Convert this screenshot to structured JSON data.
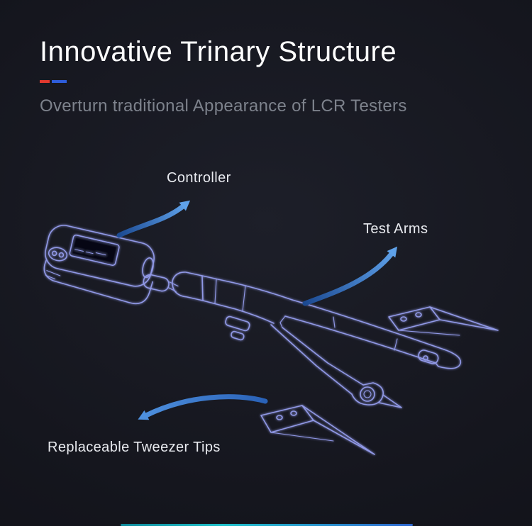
{
  "header": {
    "title": "Innovative Trinary Structure",
    "subtitle": "Overturn traditional Appearance of LCR Testers"
  },
  "diagram": {
    "labels": {
      "controller": "Controller",
      "test_arms": "Test Arms",
      "tweezer_tips": "Replaceable Tweezer Tips"
    },
    "icons": {
      "controller_arrow": "curved-arrow-up-right",
      "test_arms_arrow": "curved-arrow-up-right",
      "tweezer_tips_arrow": "curved-arrow-down-left"
    }
  },
  "colors": {
    "background": "#15161e",
    "title_text": "#ffffff",
    "subtitle_text": "#7d828c",
    "label_text": "#e8eaef",
    "accent_red": "#e0382e",
    "accent_blue": "#2e5ddb",
    "wireframe_stroke": "#98a0f2",
    "arrow_blue_dark": "#1c4a92",
    "arrow_blue_light": "#5fa2ea",
    "divider_teal": "#1fd3dc",
    "divider_blue": "#2f6ee2"
  }
}
